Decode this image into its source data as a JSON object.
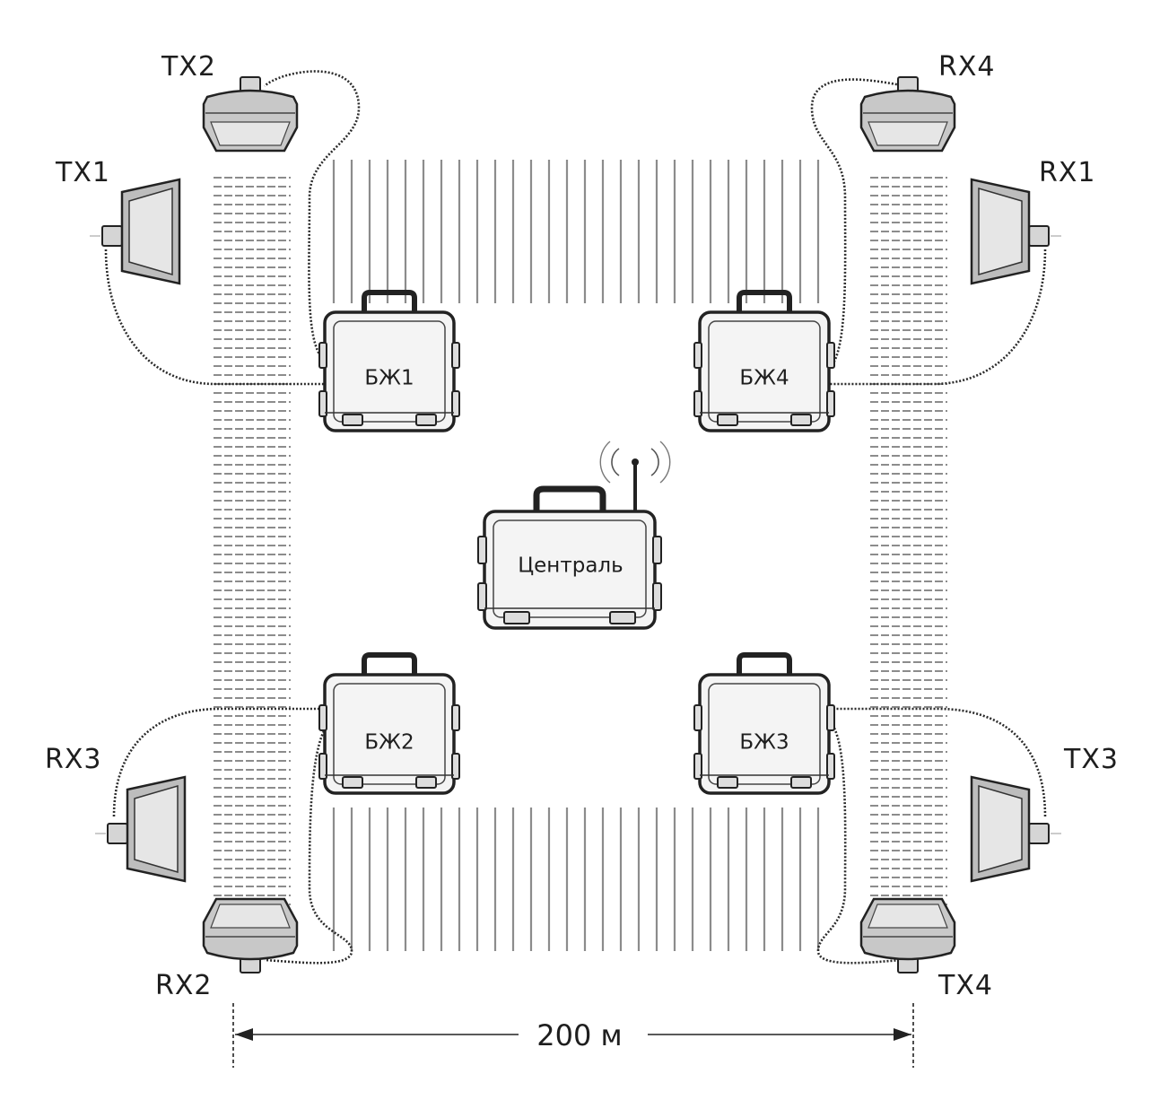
{
  "devices": {
    "tx1": "TX1",
    "tx2": "TX2",
    "tx3": "TX3",
    "tx4": "TX4",
    "rx1": "RX1",
    "rx2": "RX2",
    "rx3": "RX3",
    "rx4": "RX4"
  },
  "boxes": {
    "bzh1": "БЖ1",
    "bzh2": "БЖ2",
    "bzh3": "БЖ3",
    "bzh4": "БЖ4",
    "central": "Централь"
  },
  "dimension": {
    "label": "200 м"
  },
  "colors": {
    "ink": "#1e1e1e",
    "case_fill": "#f4f4f4",
    "sensor_face": "#e6e6e6"
  }
}
